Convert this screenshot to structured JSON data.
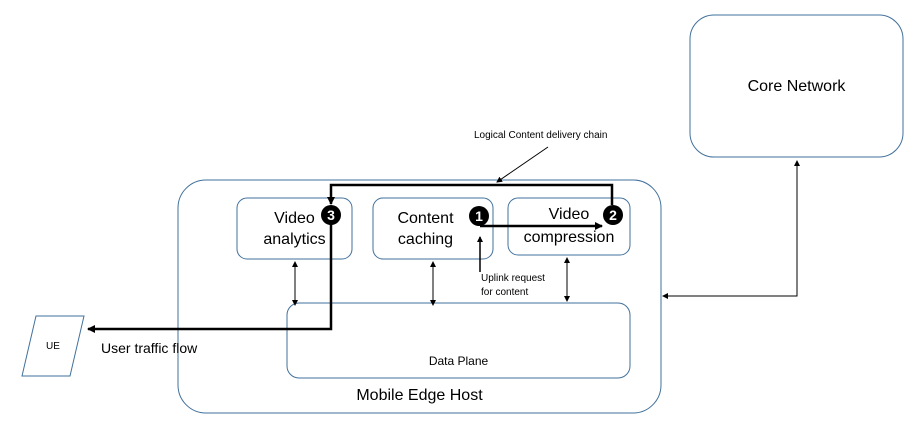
{
  "core_network": {
    "label": "Core Network"
  },
  "mobile_edge_host": {
    "label": "Mobile Edge Host"
  },
  "data_plane": {
    "label": "Data Plane"
  },
  "services": {
    "video_analytics": {
      "line1": "Video",
      "line2": "analytics"
    },
    "content_caching": {
      "line1": "Content",
      "line2": "caching"
    },
    "video_compression": {
      "line1": "Video",
      "line2": "compression"
    }
  },
  "badges": {
    "b1": "1",
    "b2": "2",
    "b3": "3"
  },
  "annotations": {
    "logical_chain": "Logical Content delivery chain",
    "uplink_line1": "Uplink request",
    "uplink_line2": "for content",
    "user_traffic": "User traffic flow"
  },
  "ue": {
    "label": "UE"
  },
  "colors": {
    "box_border": "#41719c",
    "arrow": "#000000"
  }
}
